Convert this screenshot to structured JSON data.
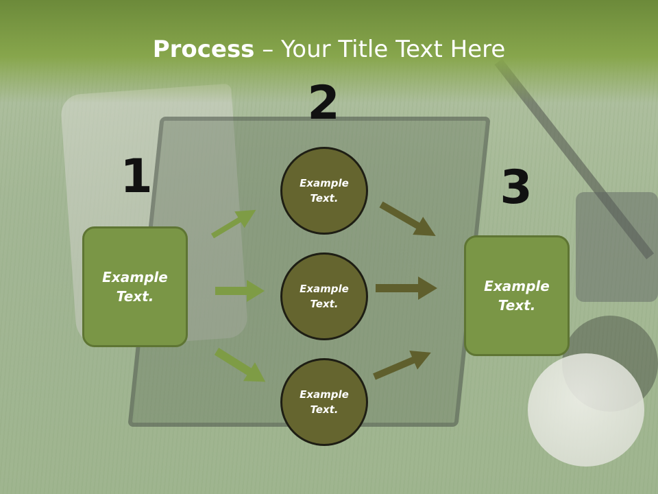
{
  "title": {
    "bold": "Process",
    "rest": " – Your Title Text Here"
  },
  "steps": [
    {
      "number": "1",
      "text": "Example Text."
    },
    {
      "number": "2",
      "text": "Example Text."
    },
    {
      "number": "3",
      "text": "Example Text."
    }
  ],
  "circles": [
    {
      "text": "Example Text."
    },
    {
      "text": "Example Text."
    },
    {
      "text": "Example Text."
    }
  ],
  "colors": {
    "title_bar": "#7a9a43",
    "box_fill": "#7a9646",
    "circle_fill": "#65652f",
    "arrow_light": "#7e9c45",
    "arrow_dark": "#5f5f2d"
  }
}
